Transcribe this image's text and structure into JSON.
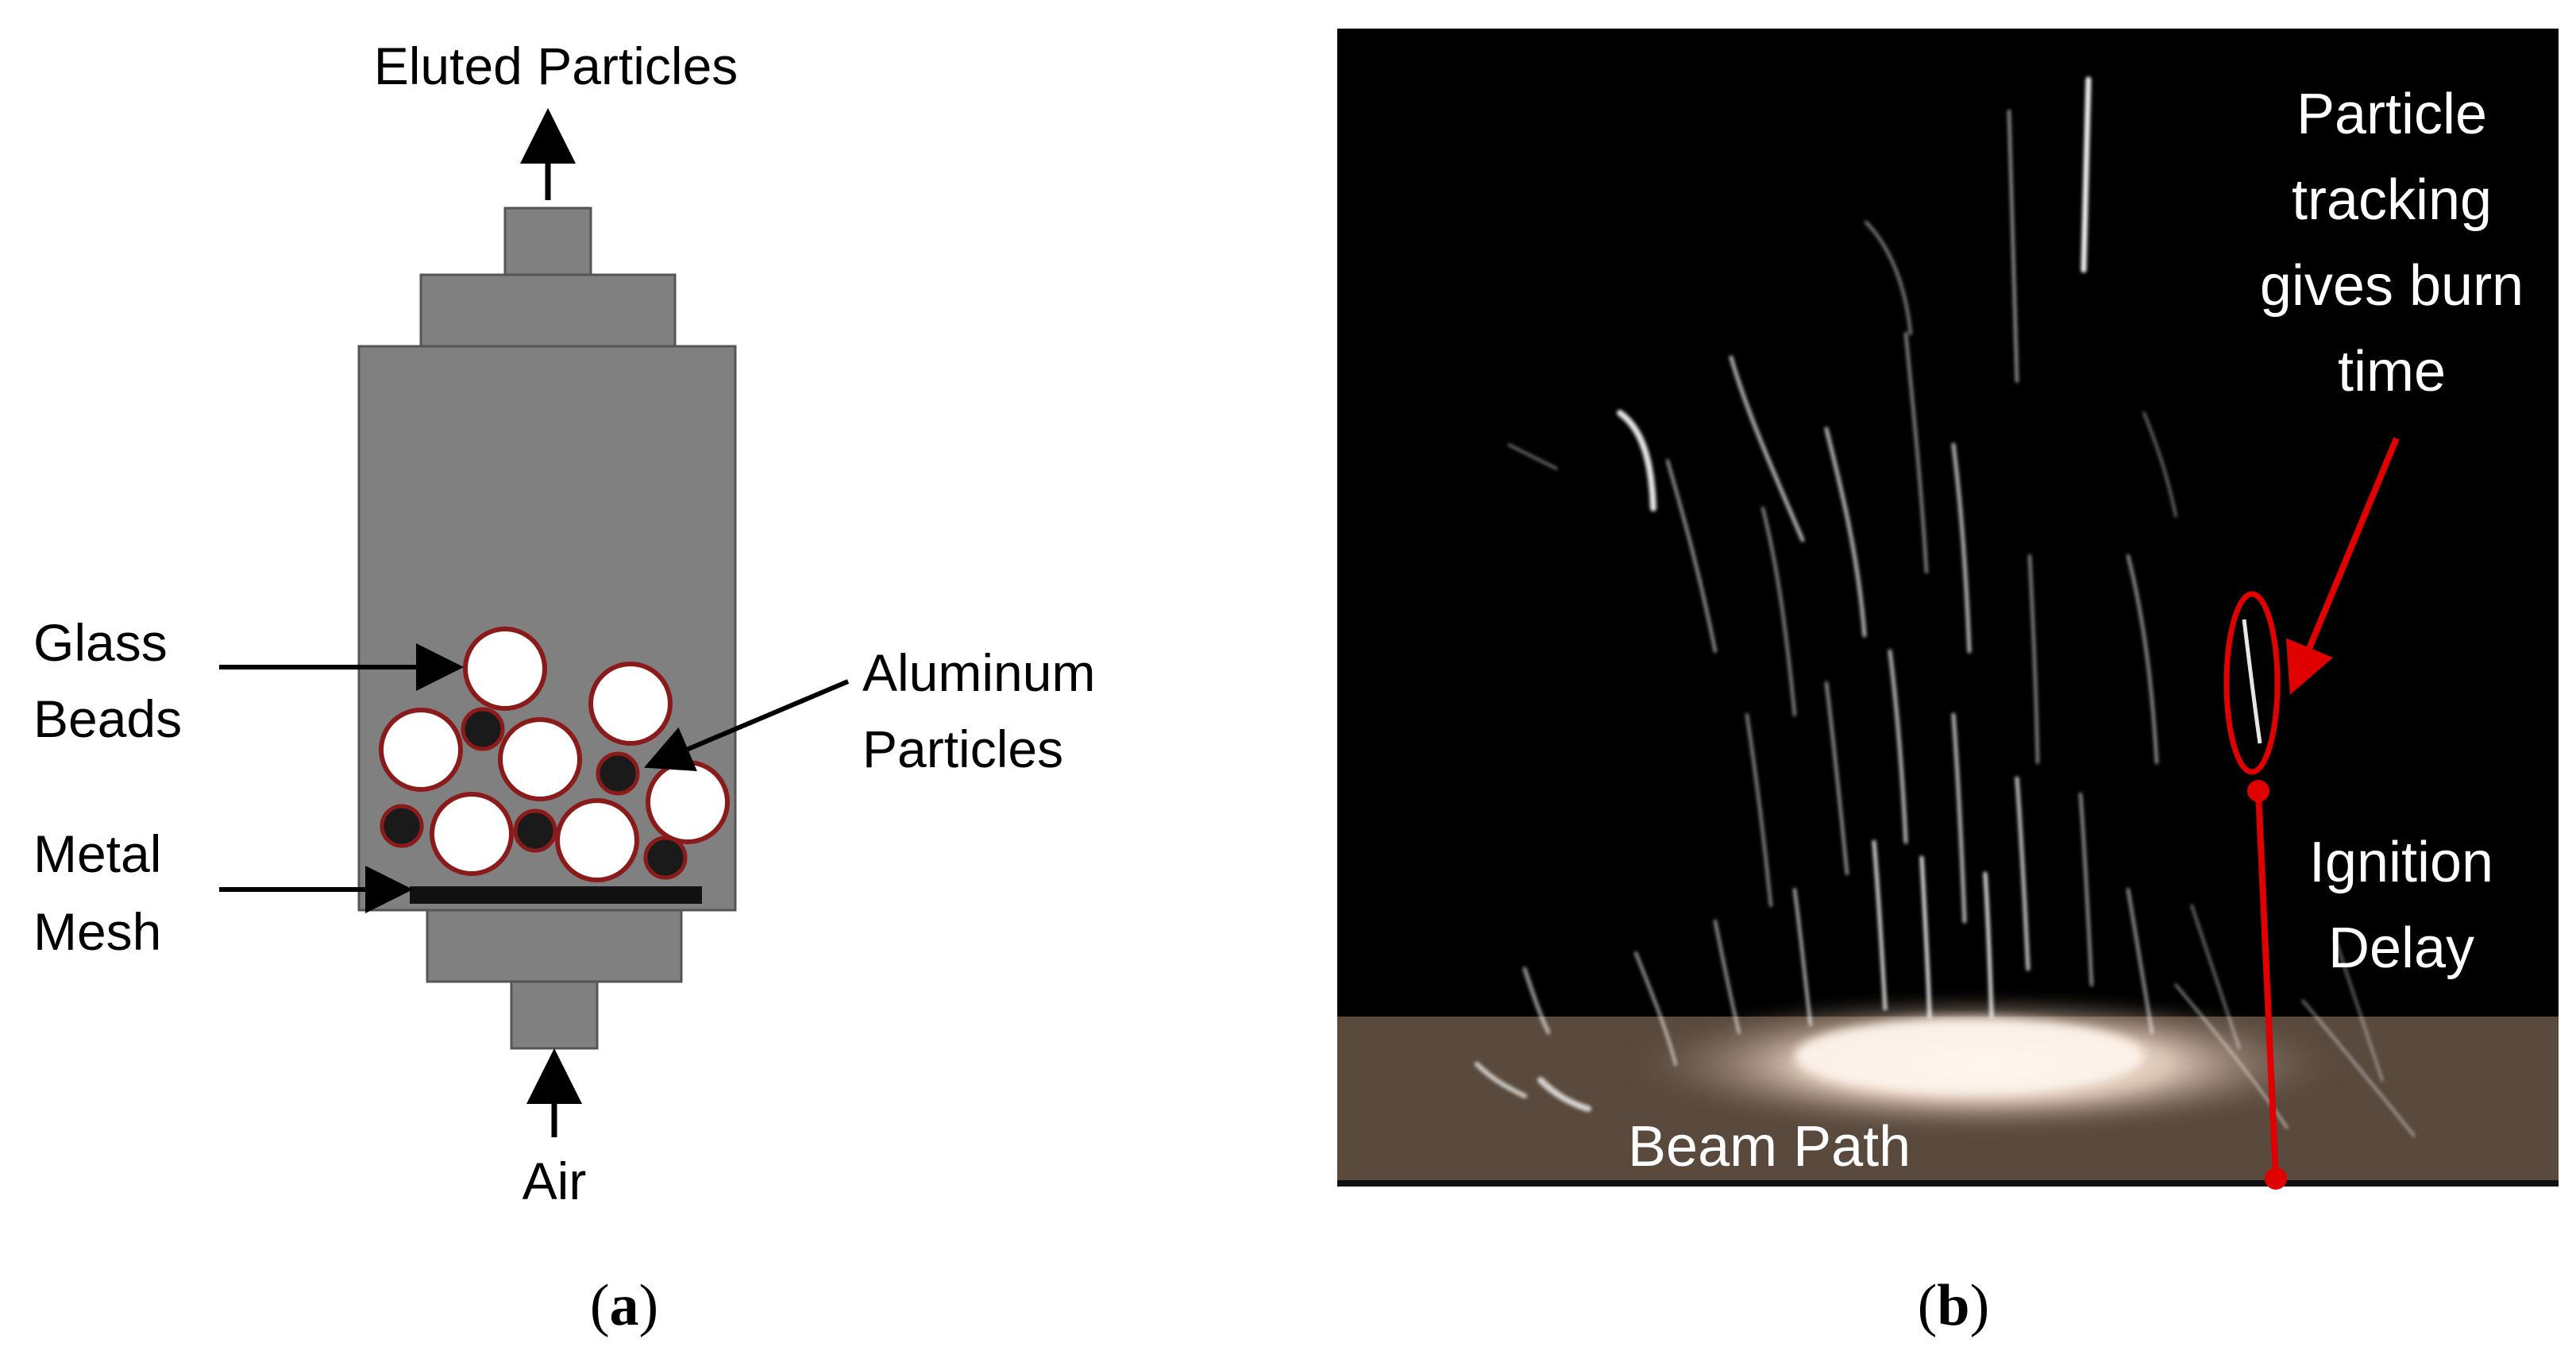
{
  "panel_a": {
    "top_label": "Eluted Particles",
    "bottom_label": "Air",
    "glass_beads_line1": "Glass",
    "glass_beads_line2": "Beads",
    "aluminum_line1": "Aluminum",
    "aluminum_line2": "Particles",
    "mesh_line1": "Metal",
    "mesh_line2": "Mesh",
    "caption_open": "(",
    "caption_letter": "a",
    "caption_close": ")",
    "colors": {
      "column": "#808080",
      "outline": "#555555",
      "bead_fill": "#ffffff",
      "bead_edge": "#8b1a1a",
      "particle_fill": "#1a1a1a",
      "mesh": "#111111"
    }
  },
  "panel_b": {
    "annotation_line1": "Particle",
    "annotation_line2": "tracking",
    "annotation_line3": "gives burn",
    "annotation_line4": "time",
    "ignition_line1": "Ignition",
    "ignition_line2": "Delay",
    "beam_label": "Beam Path",
    "caption_open": "(",
    "caption_letter": "b",
    "caption_close": ")",
    "colors": {
      "background": "#000000",
      "beam_band": "#5a4a3e",
      "marker": "#e00000",
      "streak": "#ffffff"
    }
  }
}
